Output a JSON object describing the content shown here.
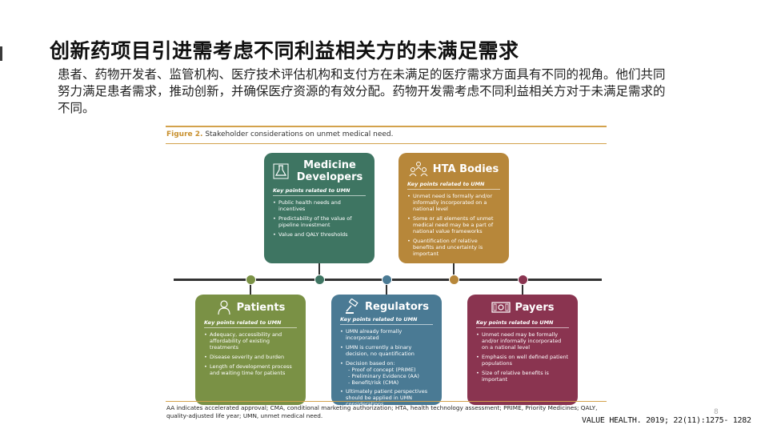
{
  "slide": {
    "title": "创新药项目引进需考虑不同利益相关方的未满足需求",
    "intro": "患者、药物开发者、监管机构、医疗技术评估机构和支付方在未满足的医疗需求方面具有不同的视角。他们共同努力满足患者需求，推动创新，并确保医疗资源的有效分配。药物开发需考虑不同利益相关方对于未满足需求的不同。",
    "page_number": "8",
    "citation": "VALUE HEALTH. 2019; 22(11):1275- 1282"
  },
  "figure": {
    "label": "Figure 2.",
    "caption": " Stakeholder considerations on unmet medical need.",
    "footnote": "AA indicates accelerated approval; CMA, conditional marketing authorization; HTA, health technology assessment; PRIME, Priority Medicines; QALY, quality-adjusted life year; UMN, unmet medical need.",
    "cards": {
      "developers": {
        "title": "Medicine Developers",
        "subtitle": "Key points related to UMN",
        "points": [
          "Public health needs and incentives",
          "Predictability of the value of pipeline investment",
          "Value and QALY thresholds"
        ],
        "color": "#3e7562",
        "icon": "flask-icon"
      },
      "hta": {
        "title": "HTA Bodies",
        "subtitle": "Key points related to UMN",
        "points": [
          "Unmet need is formally and/or informally incorporated on a national level",
          "Some or all elements of unmet medical need may be a part of national value frameworks",
          "Quantification of relative benefits and uncertainty is important"
        ],
        "color": "#b7873a",
        "icon": "people-group-icon"
      },
      "patients": {
        "title": "Patients",
        "subtitle": "Key points related to UMN",
        "points": [
          "Adequacy, accessibility and affordability of existing treatments",
          "Disease severity and burden",
          "Length of development process and waiting time for patients"
        ],
        "color": "#7a9145",
        "icon": "person-icon"
      },
      "regulators": {
        "title": "Regulators",
        "subtitle": "Key points related to UMN",
        "points": [
          "UMN already formally incorporated",
          "UMN is currently a binary decision, no quantification",
          "Decision based on:",
          "Ultimately patient perspectives should be applied in UMN considerations"
        ],
        "subpoints": [
          "- Proof of concept (PRIME)",
          "- Preliminary Evidence (AA)",
          "- Benefit/risk (CMA)"
        ],
        "color": "#4a7a94",
        "icon": "gavel-icon"
      },
      "payers": {
        "title": "Payers",
        "subtitle": "Key points related to UMN",
        "points": [
          "Unmet need may be formally and/or informally incorporated on a national level",
          "Emphasis on well defined patient populations",
          "Size of relative benefits is important"
        ],
        "color": "#8a3450",
        "icon": "money-icon"
      }
    },
    "dot_colors": [
      "#7a9145",
      "#3e7562",
      "#4a7a94",
      "#b7873a",
      "#8a3450"
    ]
  }
}
